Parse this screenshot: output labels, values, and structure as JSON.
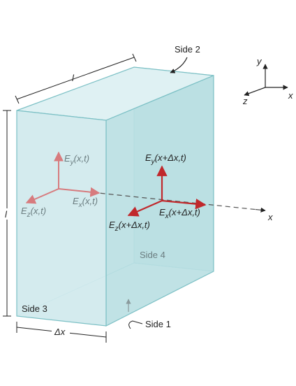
{
  "labels": {
    "side1": "Side 1",
    "side2": "Side 2",
    "side3": "Side 3",
    "side4": "Side 4",
    "edge_top": "l",
    "edge_left": "l",
    "delta_x": "Δx",
    "x_axis_label": "x"
  },
  "axes_icon": {
    "y": "y",
    "x": "x",
    "z": "z"
  },
  "fields_left": {
    "ey": "E",
    "ey_sub": "y",
    "ey_arg": "(x,t)",
    "ex": "E",
    "ex_sub": "x",
    "ex_arg": "(x,t)",
    "ez": "E",
    "ez_sub": "z",
    "ez_arg": "(x,t)"
  },
  "fields_right": {
    "ey": "E",
    "ey_sub": "y",
    "ey_arg": "(x+Δx,t)",
    "ex": "E",
    "ex_sub": "x",
    "ex_arg": "(x+Δx,t)",
    "ez": "E",
    "ez_sub": "z",
    "ez_arg": "(x+Δx,t)"
  },
  "colors": {
    "box_fill": "#cfe9ec",
    "box_side": "#b5dde1",
    "box_edge": "#7cc0c5",
    "arrow_red": "#c0282c",
    "arrow_faint": "#d77b7e"
  }
}
